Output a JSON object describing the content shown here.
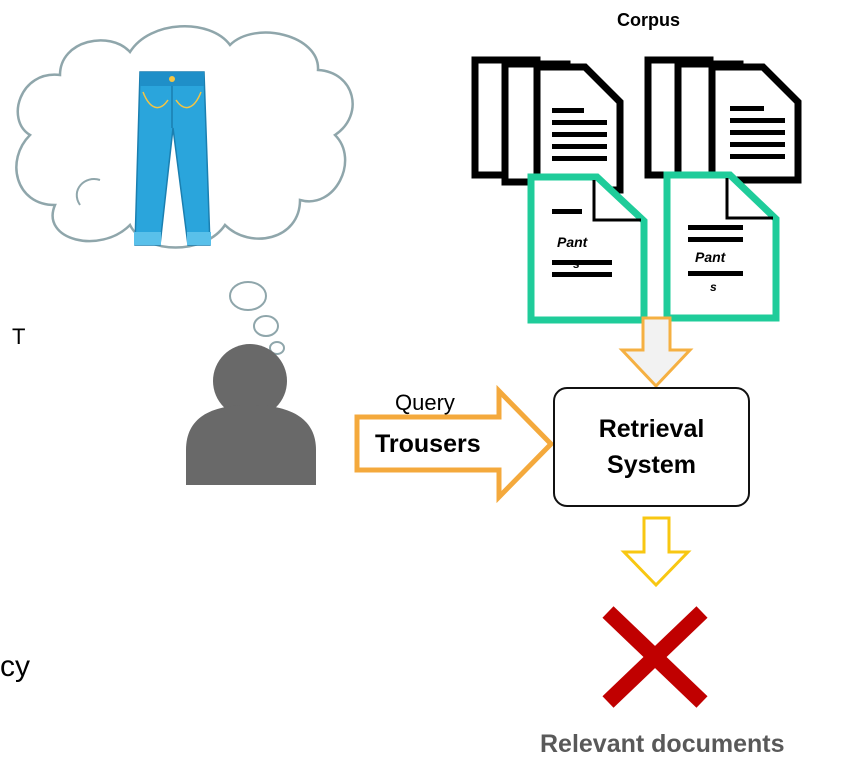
{
  "labels": {
    "corpus": "Corpus",
    "doc_word_left_1": "Pant",
    "doc_word_left_2": "s",
    "doc_word_right_1": "Pant",
    "doc_word_right_2": "s",
    "side_letter_t": "T",
    "side_letters_cy": "cy",
    "query": "Query",
    "query_term": "Trousers",
    "system_line1": "Retrieval",
    "system_line2": "System",
    "result": "Relevant documents"
  },
  "icons": {
    "thought": "thought-cloud-icon",
    "jeans": "jeans-icon",
    "user": "user-icon",
    "document": "document-icon",
    "cross": "cross-icon"
  },
  "colors": {
    "highlight_border": "#1fcc9a",
    "query_arrow": "#f4a93c",
    "corpus_arrow": "#f5b042",
    "result_arrow": "#f8c712",
    "cross": "#c00000",
    "cloud_stroke": "#8fa6ab",
    "user": "#696969",
    "jeans": "#2aa5dc"
  }
}
